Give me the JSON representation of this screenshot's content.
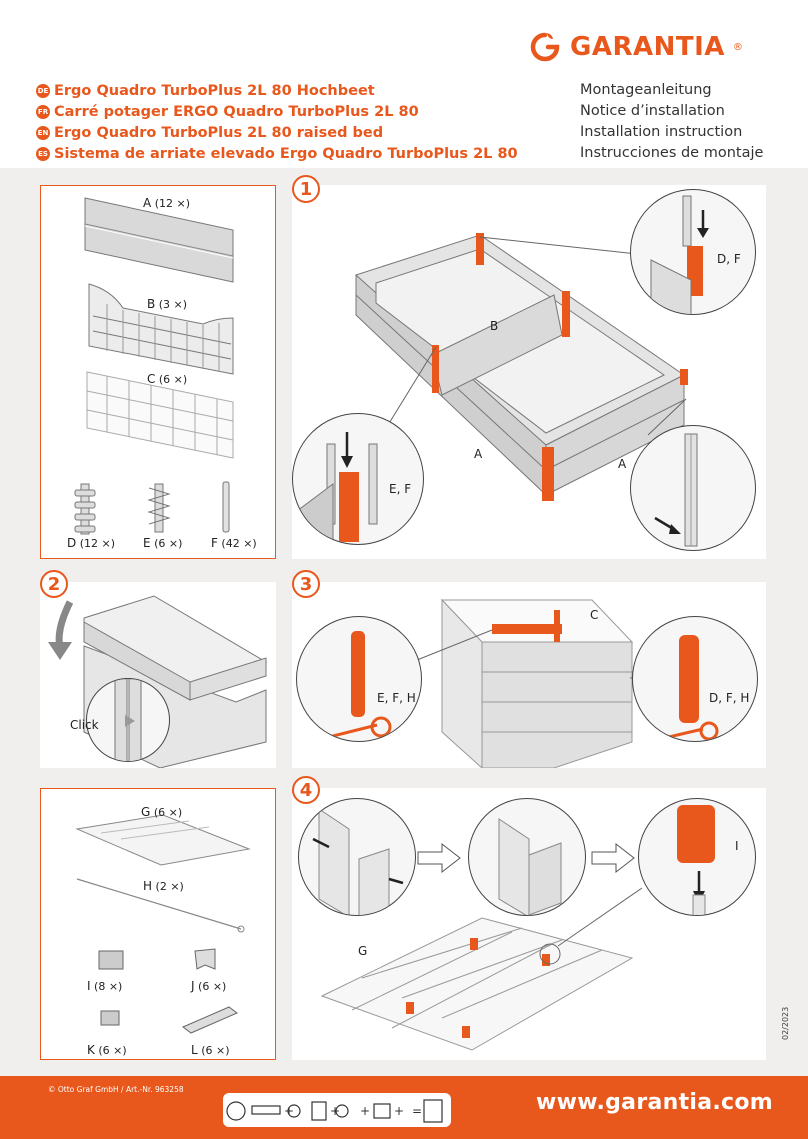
{
  "brand": {
    "name": "GARANTIA",
    "registered": "®",
    "color": "#e8571c"
  },
  "titles": [
    {
      "lang": "DE",
      "text": "Ergo Quadro TurboPlus 2L 80 Hochbeet"
    },
    {
      "lang": "FR",
      "text": "Carré potager ERGO Quadro TurboPlus 2L 80"
    },
    {
      "lang": "EN",
      "text": "Ergo Quadro TurboPlus 2L 80 raised bed"
    },
    {
      "lang": "ES",
      "text": "Sistema de arriate elevado Ergo Quadro TurboPlus 2L 80"
    }
  ],
  "subtitles": [
    "Montageanleitung",
    "Notice d’installation",
    "Installation instruction",
    "Instrucciones de montaje"
  ],
  "parts_top": {
    "A": {
      "letter": "A",
      "qty": "(12 ×)"
    },
    "B": {
      "letter": "B",
      "qty": "(3 ×)"
    },
    "C": {
      "letter": "C",
      "qty": "(6 ×)"
    },
    "D": {
      "letter": "D",
      "qty": "(12 ×)"
    },
    "E": {
      "letter": "E",
      "qty": "(6 ×)"
    },
    "F": {
      "letter": "F",
      "qty": "(42 ×)"
    }
  },
  "parts_bottom": {
    "G": {
      "letter": "G",
      "qty": "(6 ×)"
    },
    "H": {
      "letter": "H",
      "qty": "(2 ×)"
    },
    "I": {
      "letter": "I",
      "qty": "(8 ×)"
    },
    "J": {
      "letter": "J",
      "qty": "(6 ×)"
    },
    "K": {
      "letter": "K",
      "qty": "(6 ×)"
    },
    "L": {
      "letter": "L",
      "qty": "(6 ×)"
    }
  },
  "steps": {
    "s1": {
      "num": "1",
      "labels": {
        "b": "B",
        "a1": "A",
        "a2": "A",
        "df": "D, F",
        "ef": "E, F"
      }
    },
    "s2": {
      "num": "2",
      "click": "Click"
    },
    "s3": {
      "num": "3",
      "labels": {
        "c": "C",
        "efh": "E, F, H",
        "dfh": "D, F, H"
      }
    },
    "s4": {
      "num": "4",
      "labels": {
        "g": "G",
        "i": "I"
      }
    }
  },
  "footer": {
    "copyright": "© Otto Graf GmbH / Art.-Nr. 963258",
    "date_code": "02/2023",
    "url": "www.garantia.com"
  }
}
